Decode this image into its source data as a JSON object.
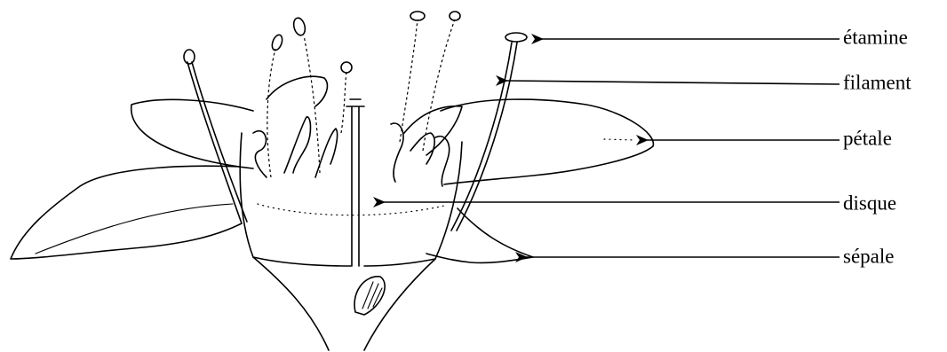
{
  "labels": {
    "etamine": "étamine",
    "filament": "filament",
    "petale": "pétale",
    "disque": "disque",
    "sepale": "sépale"
  }
}
